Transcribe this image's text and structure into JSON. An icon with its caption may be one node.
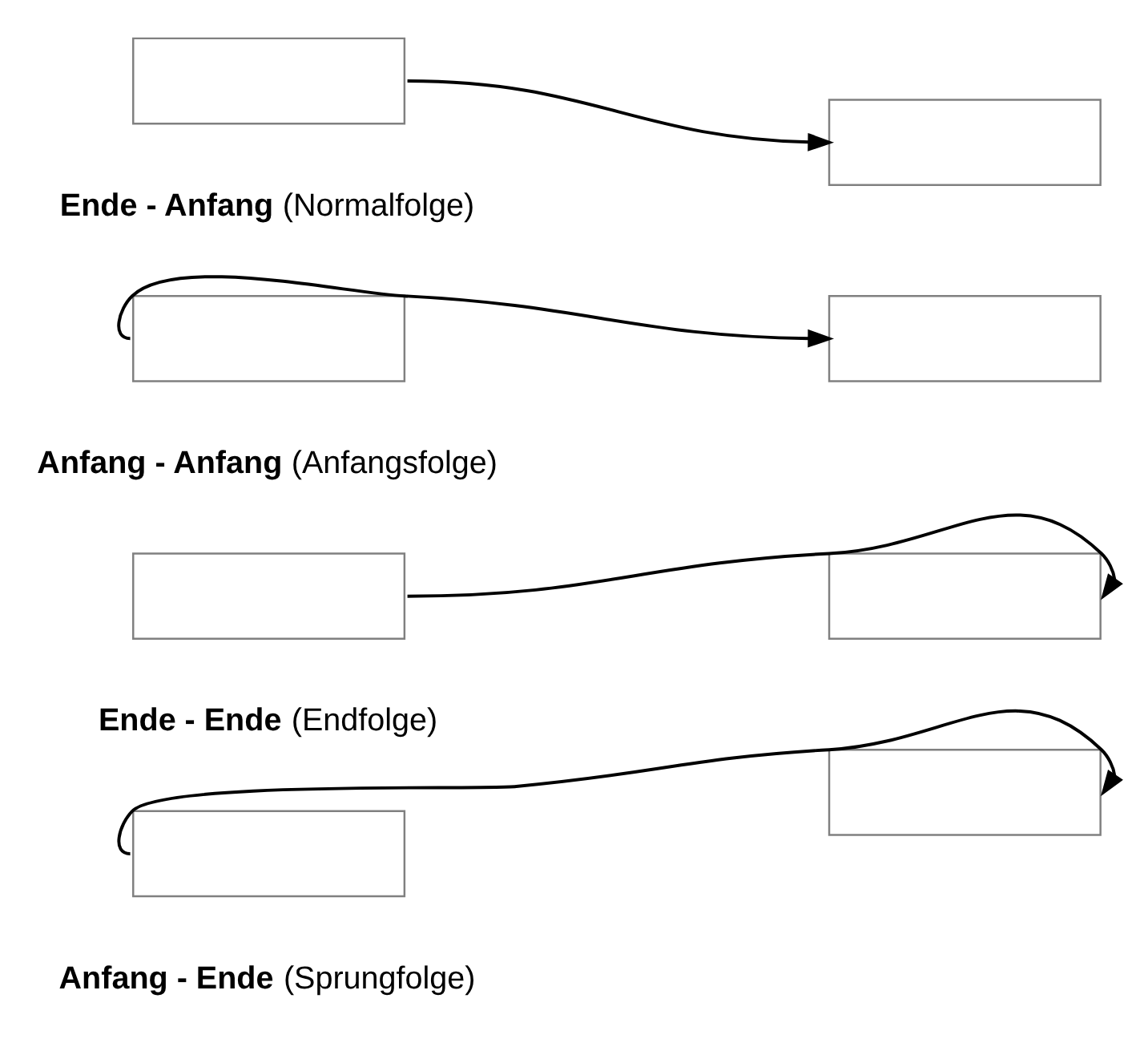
{
  "diagram": {
    "nodes": [
      {
        "text": [],
        "shape": "box"
      },
      {
        "text": [],
        "shape": "box"
      },
      {
        "text": [],
        "shape": "box"
      },
      {
        "text": [],
        "shape": "box"
      },
      {
        "text": [],
        "shape": "box"
      },
      {
        "text": [],
        "shape": "box"
      },
      {
        "text": [],
        "shape": "box"
      },
      {
        "text": [],
        "shape": "box"
      }
    ],
    "edges": [
      {
        "from": 0,
        "to": 1,
        "arrow": "to"
      },
      {
        "from": 2,
        "to": 3,
        "arrow": "to"
      },
      {
        "from": 4,
        "to": 5,
        "arrow": "to"
      },
      {
        "from": 6,
        "to": 7,
        "arrow": "to"
      }
    ],
    "labels": [
      "**Ende - Anfang** (Normalfolge)",
      "**Anfang - Anfang** (Anfangsfolge)",
      "**Ende - Ende** (Endfolge)",
      "**Anfang - Ende** (Sprungfolge)"
    ]
  }
}
